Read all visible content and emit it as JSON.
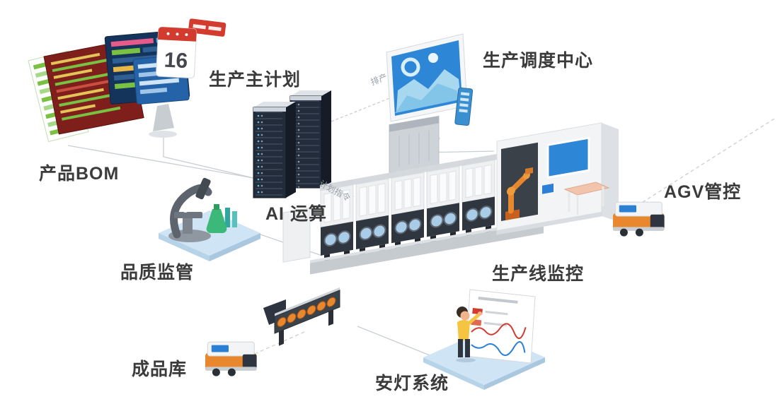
{
  "diagram": {
    "nodes": {
      "bom": {
        "label": "产品BOM"
      },
      "master_plan": {
        "label": "生产主计划"
      },
      "dispatch_center": {
        "label": "生产调度中心"
      },
      "ai_compute": {
        "label": "AI 运算"
      },
      "agv_control": {
        "label": "AGV管控"
      },
      "quality": {
        "label": "品质监管"
      },
      "line_monitor": {
        "label": "生产线监控"
      },
      "finished_warehouse": {
        "label": "成品库"
      },
      "andon": {
        "label": "安灯系统"
      }
    },
    "connector_labels": {
      "scheduling": "排产",
      "plan_command": "计划指令"
    },
    "calendar": {
      "day": "16"
    },
    "colors": {
      "label_text": "#3b3b3b",
      "connector": "#c9ced3",
      "accent_orange": "#e8872e",
      "accent_blue": "#2b7fd4",
      "accent_red": "#d23b2e",
      "accent_green": "#7ac143",
      "platform_blue": "#cfe4f5",
      "server_dark": "#232c3a"
    }
  }
}
